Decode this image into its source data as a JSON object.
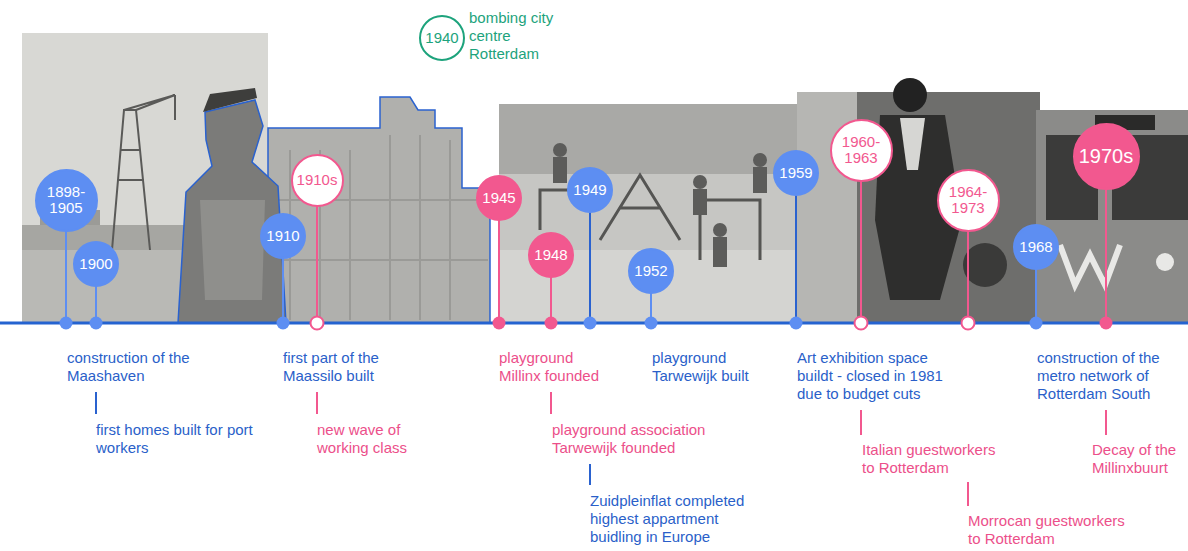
{
  "diagram": {
    "nodes": [
      {
        "text": [
          "1898-1905"
        ]
      },
      {
        "text": [
          "1900"
        ]
      },
      {
        "text": [
          "1910"
        ]
      },
      {
        "text": [
          "1910s"
        ]
      },
      {
        "text": [
          "1940"
        ]
      },
      {
        "text": [
          "1945"
        ]
      },
      {
        "text": [
          "1948"
        ]
      },
      {
        "text": [
          "1949"
        ]
      },
      {
        "text": [
          "1952"
        ]
      },
      {
        "text": [
          "1959"
        ]
      },
      {
        "text": [
          "1960-1963"
        ]
      },
      {
        "text": [
          "1964-1973"
        ]
      },
      {
        "text": [
          "1968"
        ]
      },
      {
        "text": [
          "1970s"
        ]
      }
    ],
    "labels": [
      "bombing city centre Rotterdam",
      "construction of the Maashaven",
      "first homes built for port workers",
      "first part of the Maassilo built",
      "new wave of working class",
      "playground Millinx founded",
      "playground association Tarwewijk founded",
      "Zuidpleinflat completed highest appartment buidling in Europe",
      "playground Tarwewijk built",
      "Art exhibition space buildt - closed in 1981 due to budget cuts",
      "Italian guestworkers to Rotterdam",
      "Morrocan guestworkers to Rotterdam",
      "construction of the metro network of Rotterdam South",
      "Decay of the Millinxbuurt"
    ]
  }
}
